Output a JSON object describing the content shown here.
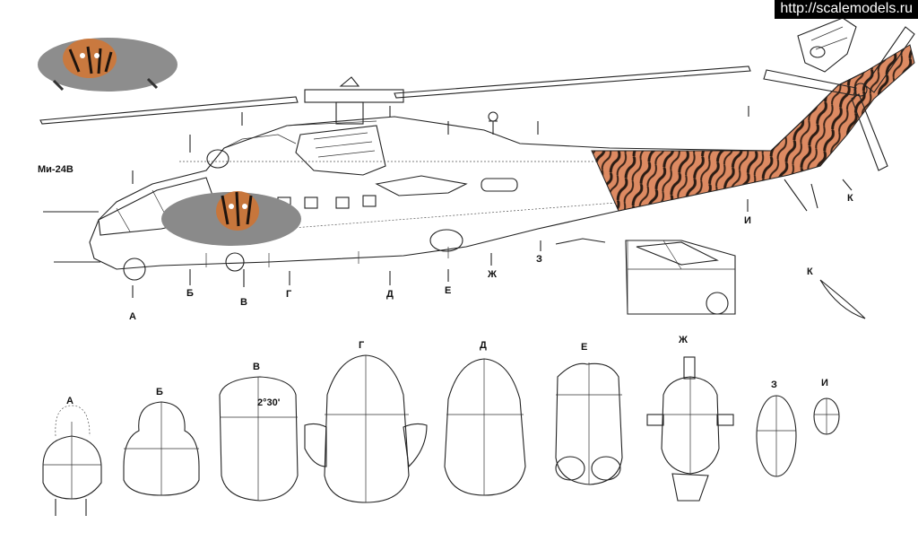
{
  "watermark": "http://scalemodels.ru",
  "aircraft_label": "Ми-24В",
  "section_markers": [
    "А",
    "Б",
    "В",
    "Г",
    "Д",
    "Е",
    "Ж",
    "З",
    "И",
    "К"
  ],
  "section_views": [
    {
      "id": "А",
      "label": "А"
    },
    {
      "id": "Б",
      "label": "Б"
    },
    {
      "id": "В",
      "label": "В"
    },
    {
      "id": "Г",
      "label": "Г"
    },
    {
      "id": "Д",
      "label": "Д"
    },
    {
      "id": "Е",
      "label": "Е"
    },
    {
      "id": "Ж",
      "label": "Ж"
    },
    {
      "id": "З",
      "label": "З"
    },
    {
      "id": "И",
      "label": "И"
    }
  ],
  "section_b_marking": "2°30'",
  "detail_label": "К",
  "colors": {
    "outline": "#222222",
    "tiger_orange": "#d9805a",
    "tiger_stripe": "#2a1c14",
    "background": "#ffffff"
  },
  "icons": [
    "tiger-emblem-icon",
    "helicopter-side-view"
  ]
}
